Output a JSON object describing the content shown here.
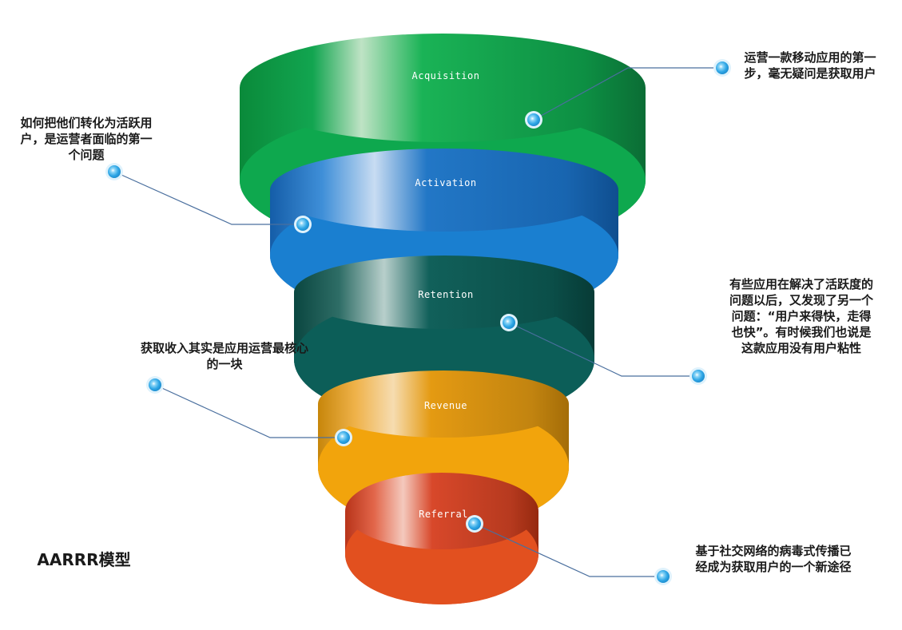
{
  "model_title": "AARRR模型",
  "colors": {
    "acquisition": "#0ea84e",
    "activation": "#1a7fd0",
    "retention": "#0c5e58",
    "revenue": "#f2a40c",
    "referral": "#e2431a",
    "connector": "#4a6f9e",
    "dot": "#3fb0ea"
  },
  "stages": [
    {
      "name": "Acquisition",
      "note": "运营一款移动应用的第一步，毫无疑问是获取用户"
    },
    {
      "name": "Activation",
      "note": "如何把他们转化为活跃用户，是运营者面临的第一个问题"
    },
    {
      "name": "Retention",
      "note": "有些应用在解决了活跃度的问题以后，又发现了另一个问题：“用户来得快，走得也快”。有时候我们也说是这款应用没有用户粘性"
    },
    {
      "name": "Revenue",
      "note": "获取收入其实是应用运营最核心的一块"
    },
    {
      "name": "Referral",
      "note": "基于社交网络的病毒式传播已经成为获取用户的一个新途径"
    }
  ]
}
